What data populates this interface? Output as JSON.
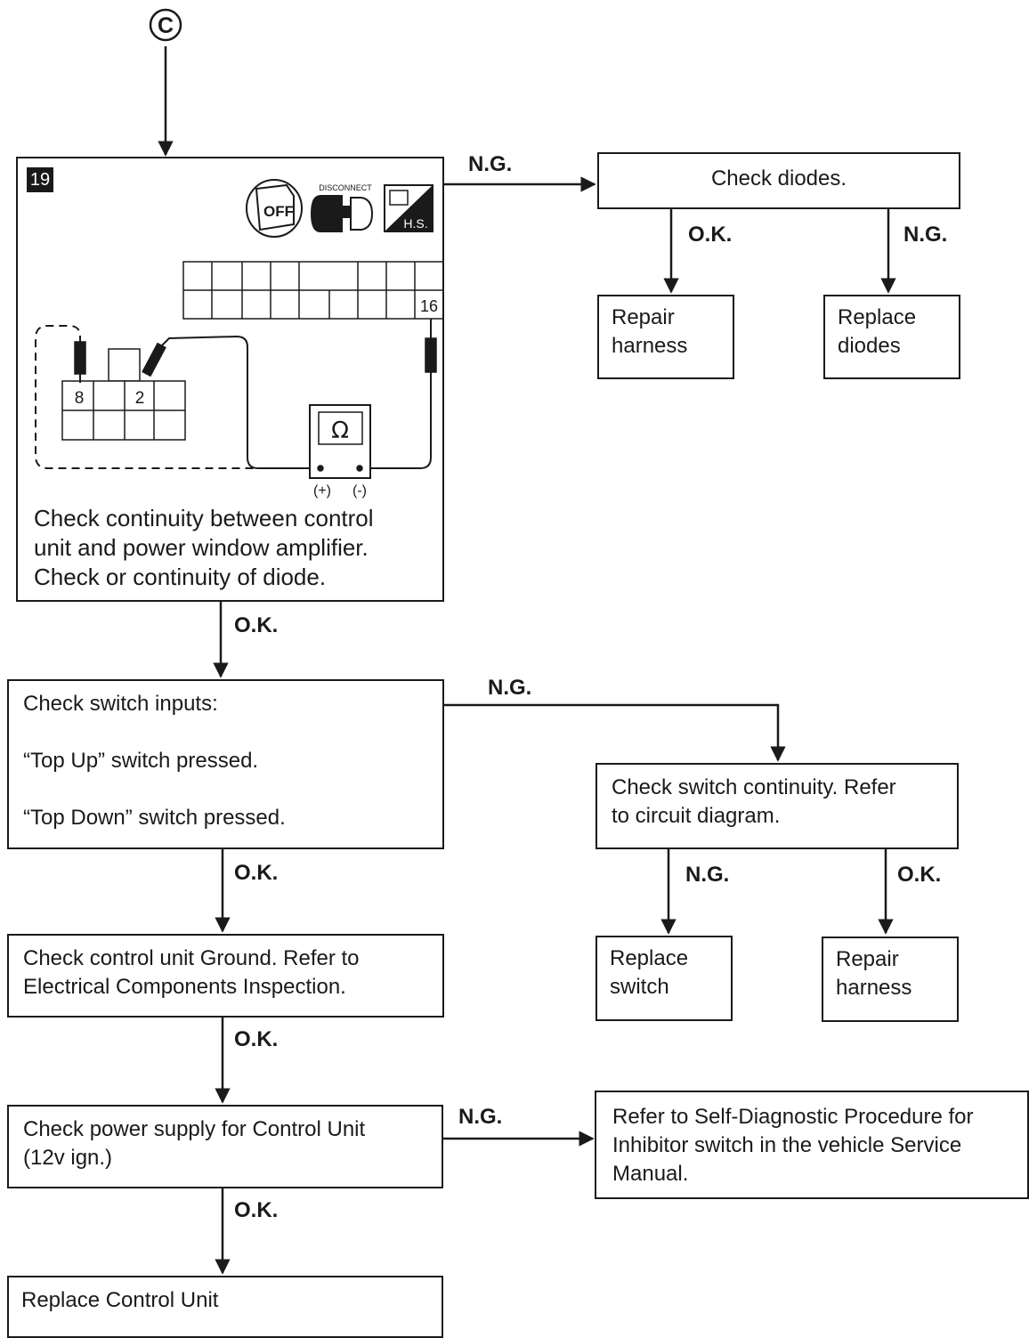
{
  "entry_marker": "C",
  "step": {
    "number": "19",
    "icons": {
      "ignition_label": "OFF",
      "disconnect_label": "DISCONNECT",
      "harness_label": "H.S."
    },
    "terminals": {
      "a": "8",
      "b": "2",
      "c": "16"
    },
    "meter_symbol": "Ω",
    "polarity": {
      "pos": "(+)",
      "neg": "(-)"
    },
    "text": [
      "Check continuity between control",
      "unit and power window amplifier.",
      "Check or continuity of diode."
    ]
  },
  "boxes": {
    "check_diodes": "Check diodes.",
    "repair_harness_1": [
      "Repair",
      "harness"
    ],
    "replace_diodes": [
      "Replace",
      "diodes"
    ],
    "switch_inputs": [
      "Check switch inputs:",
      "“Top Up” switch pressed.",
      "“Top Down” switch pressed."
    ],
    "switch_continuity": [
      "Check switch continuity. Refer",
      "to circuit diagram."
    ],
    "replace_switch": [
      "Replace",
      "switch"
    ],
    "repair_harness_2": [
      "Repair",
      "harness"
    ],
    "ground": [
      "Check control unit Ground. Refer to",
      "Electrical Components Inspection."
    ],
    "power_supply": [
      "Check power supply for Control Unit",
      "(12v ign.)"
    ],
    "self_diag": [
      "Refer to Self-Diagnostic Procedure for",
      "Inhibitor switch in the vehicle Service",
      "Manual."
    ],
    "replace_cu": "Replace Control Unit"
  },
  "labels": {
    "ng": "N.G.",
    "ok": "O.K."
  }
}
